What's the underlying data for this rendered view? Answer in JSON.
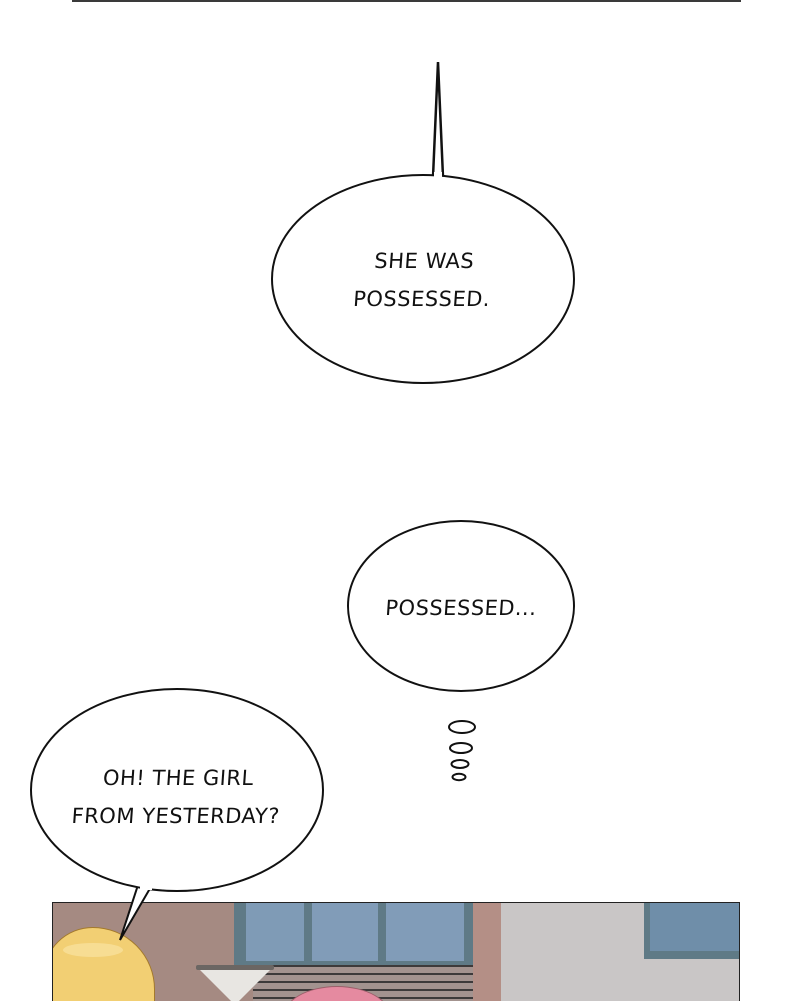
{
  "bubbles": [
    {
      "id": "speech-top",
      "type": "speech",
      "lines": [
        "SHE WAS",
        "POSSESSED."
      ]
    },
    {
      "id": "thought-middle",
      "type": "thought",
      "lines": [
        "POSSESSED..."
      ]
    },
    {
      "id": "speech-left",
      "type": "speech",
      "lines": [
        "OH! THE GIRL",
        "FROM YESTERDAY?"
      ]
    }
  ],
  "panel": {
    "description": "Classroom scene: blonde character's hair on left, pink-haired character bottom center, window with blinds and lamp",
    "colors": {
      "wall": "#a58a82",
      "window_glass": "#7f9bb6",
      "window_frame": "#5f7a86",
      "blonde_hair": "#f2cf73",
      "pink_hair": "#e58aa0",
      "lamp": "#e8e6e2",
      "pillar": "#c7c4c4"
    }
  }
}
